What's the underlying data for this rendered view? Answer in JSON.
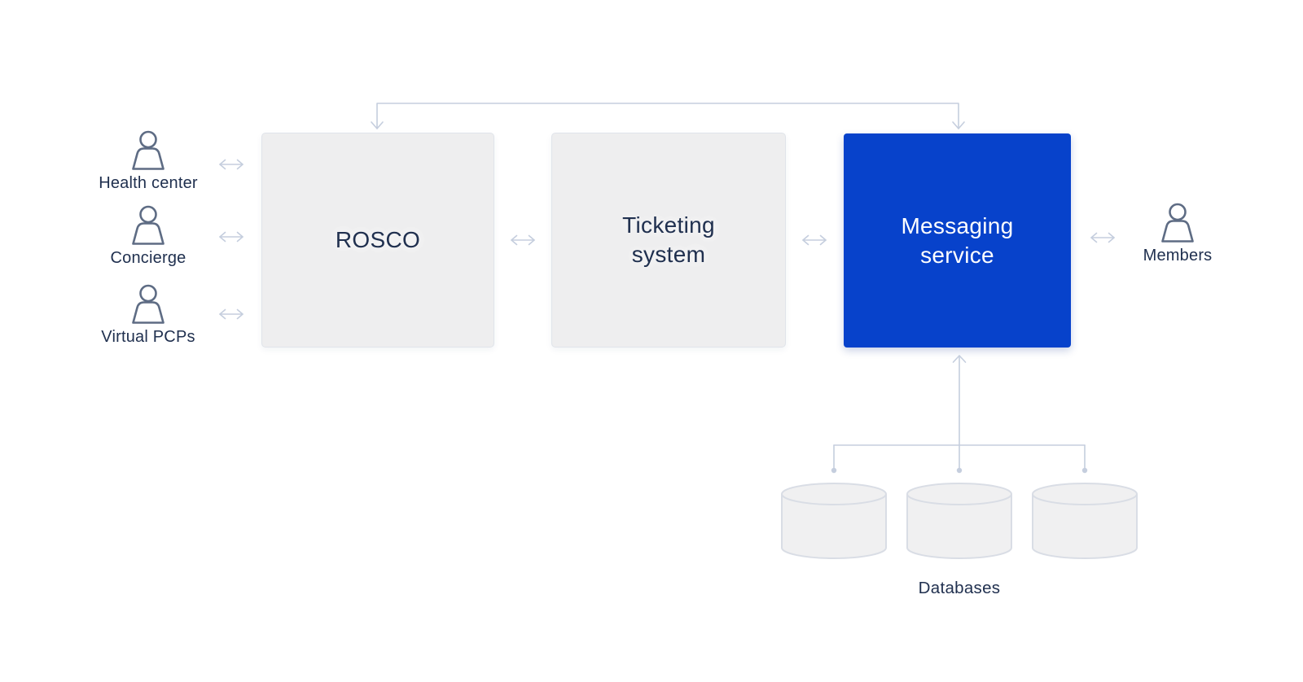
{
  "diagram": {
    "actors_left": [
      {
        "label": "Health center"
      },
      {
        "label": "Concierge"
      },
      {
        "label": "Virtual PCPs"
      }
    ],
    "systems": [
      {
        "label": "ROSCO",
        "variant": "gray"
      },
      {
        "label": "Ticketing\nsystem",
        "variant": "gray"
      },
      {
        "label": "Messaging\nservice",
        "variant": "blue"
      }
    ],
    "actor_right": {
      "label": "Members"
    },
    "databases_label": "Databases",
    "colors": {
      "accent_blue": "#0742CB",
      "box_gray": "#EEEEEF",
      "box_border": "#E0E4EA",
      "connector": "#C5CEDE",
      "text_navy": "#20304F",
      "icon_slate": "#5E6C84",
      "cylinder_fill": "#F0F0F1",
      "cylinder_stroke": "#D9DDE5",
      "white_text": "#FFFFFF"
    }
  }
}
